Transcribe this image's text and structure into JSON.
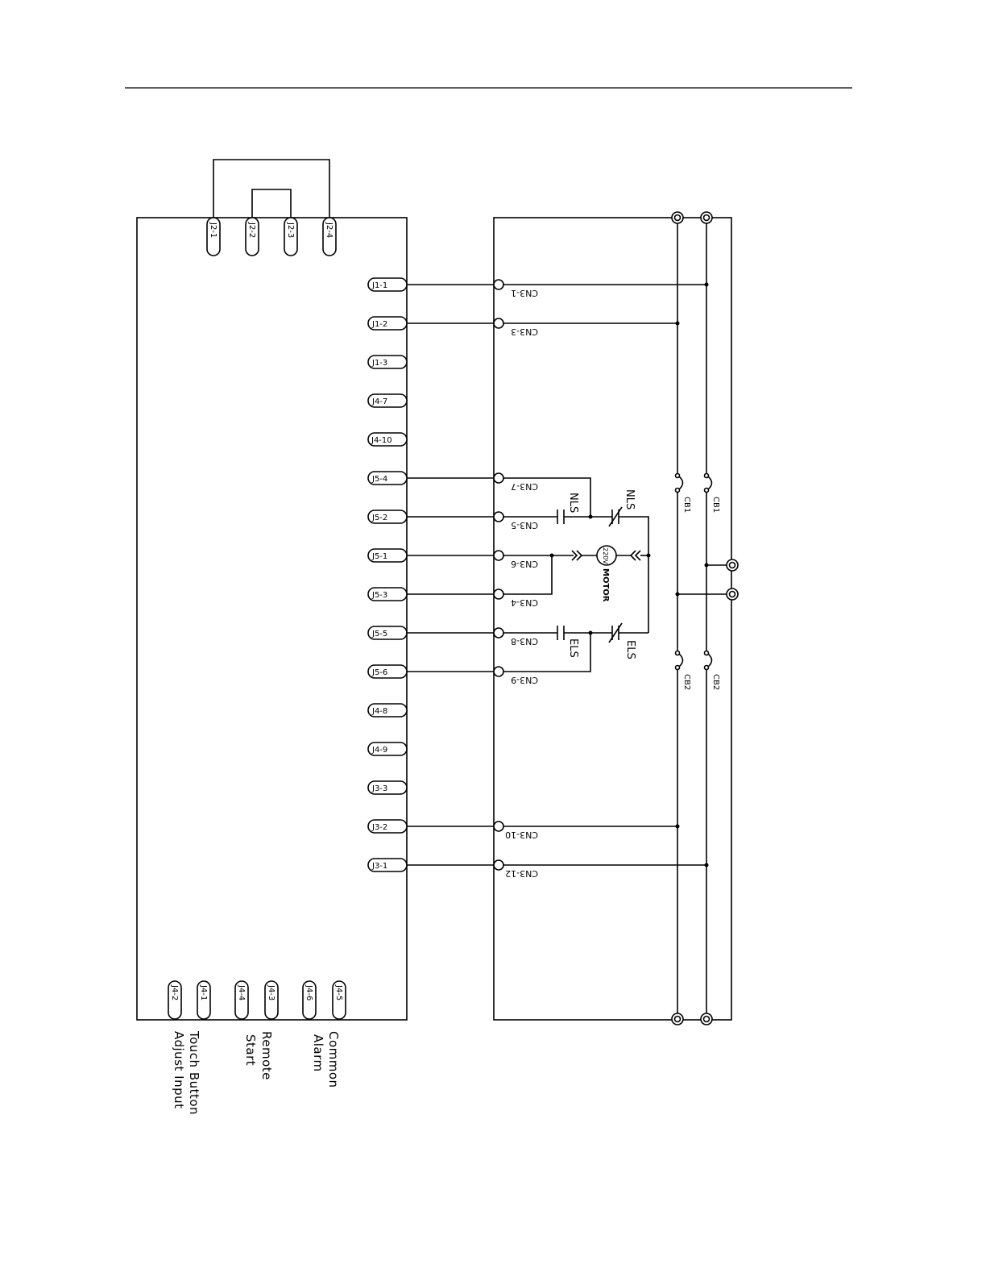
{
  "j1_pins": [
    "J1-1",
    "J1-2",
    "J1-3"
  ],
  "j4_side_pins": [
    "J4-7",
    "J4-10"
  ],
  "j5_pins": [
    "J5-4",
    "J5-2",
    "J5-1",
    "J5-3",
    "J5-5",
    "J5-6"
  ],
  "j4_mid_pins": [
    "J4-8",
    "J4-9"
  ],
  "j3_pins": [
    "J3-3",
    "J3-2",
    "J3-1"
  ],
  "j2_pins": [
    "J2-1",
    "J2-2",
    "J2-3",
    "J2-4"
  ],
  "j4_bottom_pins": [
    "J4-2",
    "J4-1",
    "J4-4",
    "J4-3",
    "J4-6",
    "J4-5"
  ],
  "cn3_labels": [
    "CN3-1",
    "CN3-3",
    "CN3-7",
    "CN3-5",
    "CN3-6",
    "CN3-4",
    "CN3-8",
    "CN3-9",
    "CN3-10",
    "CN3-12"
  ],
  "switch_labels": {
    "nls": "NLS",
    "els": "ELS"
  },
  "motor_labels": {
    "voltage": "220V",
    "name": "MOTOR"
  },
  "breaker_labels": {
    "cb1": "CB1",
    "cb2": "CB2"
  },
  "input_labels": {
    "touch_button": "Touch Button",
    "adjust_input": "Adjust Input",
    "remote": "Remote",
    "start": "Start",
    "common": "Common",
    "alarm": "Alarm"
  }
}
